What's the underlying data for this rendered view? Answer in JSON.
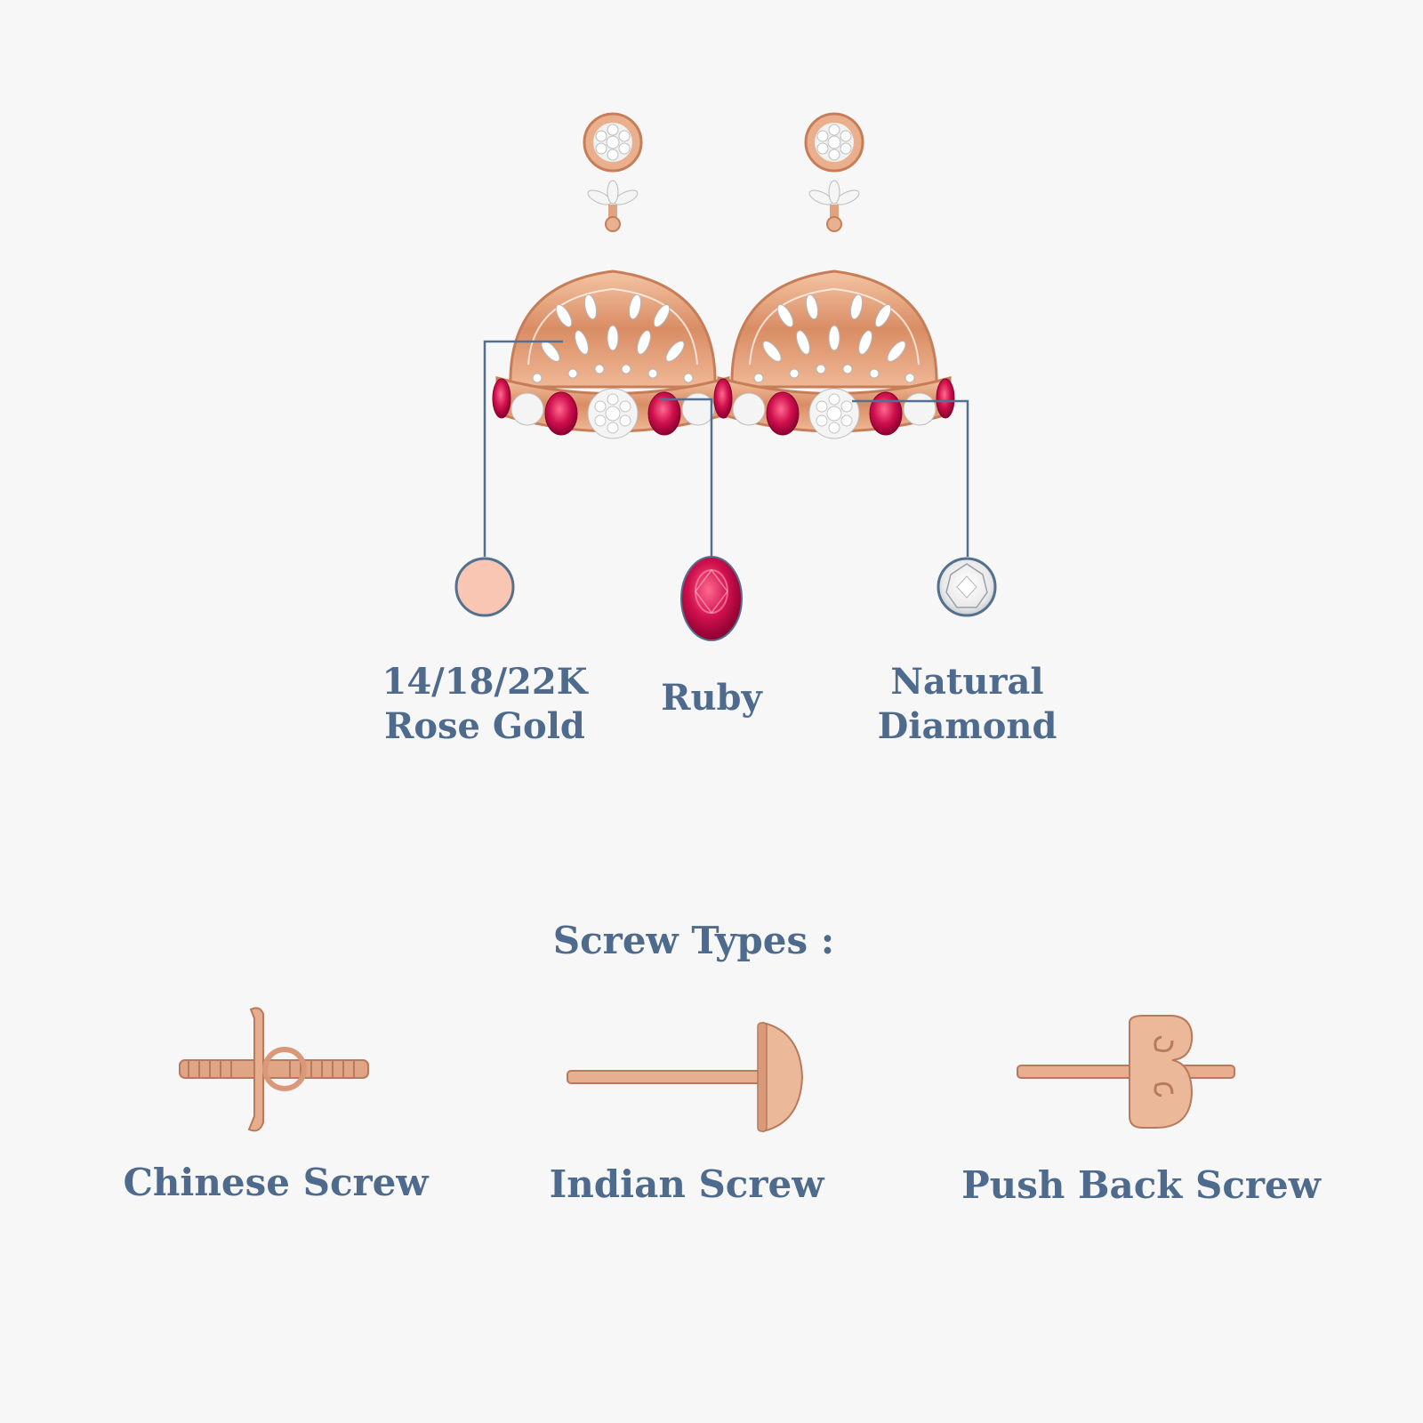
{
  "materials": {
    "gold": {
      "line1": "14/18/22K",
      "line2": "Rose Gold",
      "swatch_color": "#f9c6b3",
      "icon": "rose-gold-swatch-icon"
    },
    "ruby": {
      "label": "Ruby",
      "swatch_color": "#d0104e",
      "icon": "ruby-gem-icon"
    },
    "diamond": {
      "line1": "Natural",
      "line2": "Diamond",
      "swatch_color": "#ffffff",
      "icon": "diamond-gem-icon"
    }
  },
  "screw_section": {
    "title": "Screw Types :",
    "items": [
      {
        "label": "Chinese Screw",
        "icon": "chinese-screw-icon"
      },
      {
        "label": "Indian Screw",
        "icon": "indian-screw-icon"
      },
      {
        "label": "Push Back Screw",
        "icon": "push-back-screw-icon"
      }
    ]
  },
  "colors": {
    "text": "#4e6b8e",
    "leader_line": "#53708f",
    "rose_gold": "#e2a27e",
    "ruby": "#d0104e",
    "background": "#f7f7f7"
  }
}
